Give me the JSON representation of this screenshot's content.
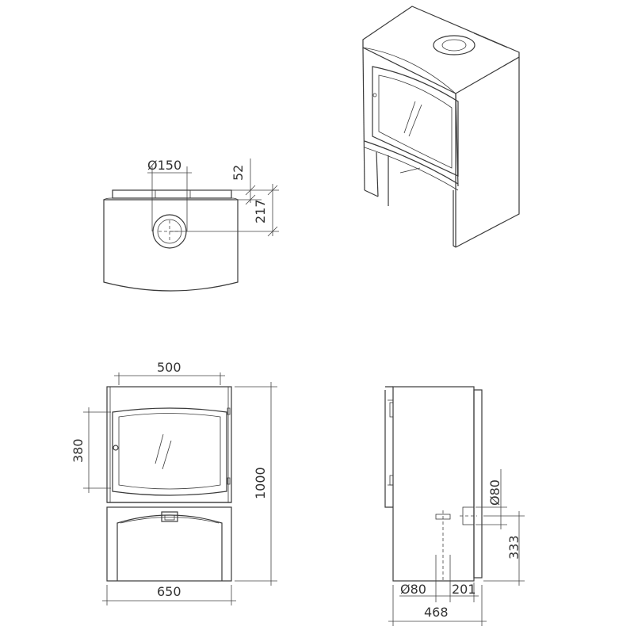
{
  "colors": {
    "line": "#3a3a3a",
    "background": "#ffffff"
  },
  "top_view": {
    "flue_diameter": "Ø150",
    "offset_52": "52",
    "offset_217": "217"
  },
  "front_view": {
    "width_500": "500",
    "height_380": "380",
    "height_1000": "1000",
    "width_650": "650"
  },
  "side_view": {
    "rear_flue_diameter": "Ø80",
    "height_333": "333",
    "air_inlet_diameter": "Ø80",
    "offset_201": "201",
    "depth_468": "468"
  }
}
